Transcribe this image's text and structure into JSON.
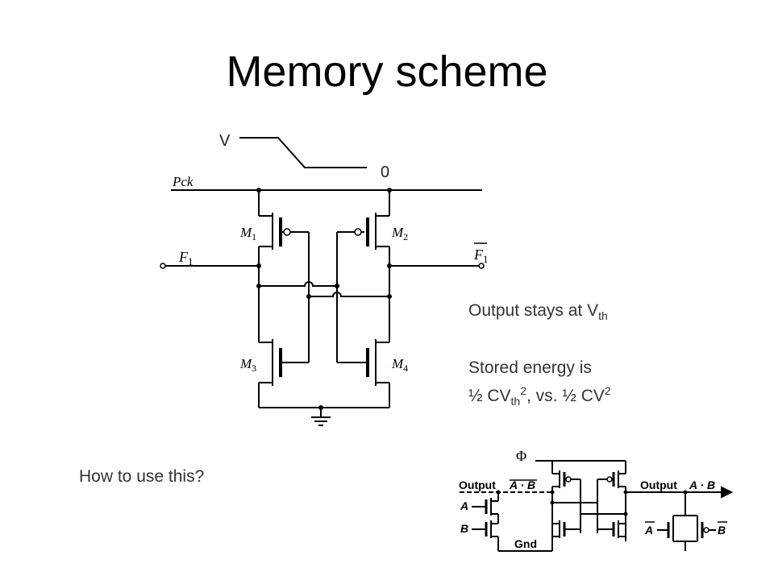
{
  "slide": {
    "title": "Memory scheme",
    "question": "How to use this?",
    "note1_main": "Output stays at V",
    "note1_sub": "th",
    "note2_line1": "Stored energy is",
    "note2_a": "½ CV",
    "note2_sub": "th",
    "note2_sup": "2",
    "note2_b": ", vs. ½ CV",
    "note2_sup2": "2"
  },
  "schematic": {
    "clock_high": "V",
    "clock_low": "0",
    "pck": "Pck",
    "in_main": "F",
    "in_sub": "1",
    "out_main": "F",
    "out_sub": "1",
    "m1": "M",
    "m1_sub": "1",
    "m2": "M",
    "m2_sub": "2",
    "m3": "M",
    "m3_sub": "3",
    "m4": "M",
    "m4_sub": "4"
  },
  "gate_circuit": {
    "phi": "Φ",
    "output_left": "Output",
    "expr_left": "A · B",
    "a": "A",
    "b": "B",
    "gnd": "Gnd",
    "output_right": "Output",
    "expr_right": "A · B",
    "a_bar": "A",
    "b_bar": "B"
  },
  "colors": {
    "line": "#000000",
    "text": "#333333"
  }
}
